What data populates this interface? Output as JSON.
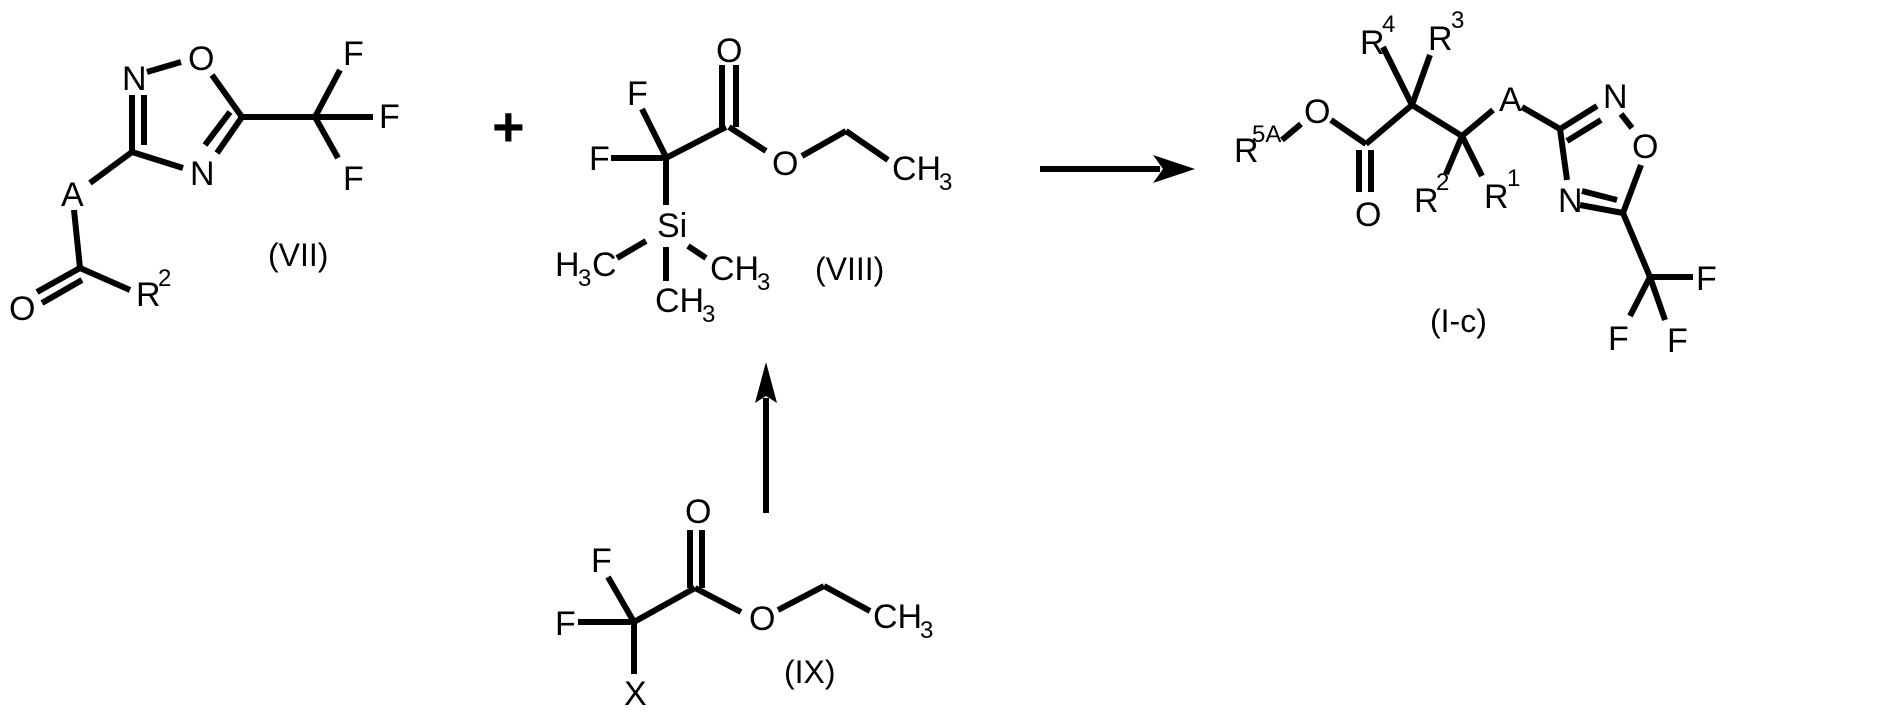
{
  "scheme": {
    "type": "reaction-scheme",
    "plus_sign": "+",
    "compounds": {
      "VII": {
        "label": "(VII)",
        "atoms": {
          "N1": "N",
          "O1": "O",
          "N2": "N",
          "F1": "F",
          "F2": "F",
          "F3": "F",
          "A": "A",
          "O2": "O",
          "R": "R",
          "R_sup": "2"
        }
      },
      "VIII": {
        "label": "(VIII)",
        "atoms": {
          "F1": "F",
          "F2": "F",
          "O_carbonyl": "O",
          "O_ester": "O",
          "CH": "CH",
          "CH_sub": "3",
          "Si": "Si",
          "H3C_H": "H",
          "H3C_sub": "3",
          "H3C_C": "C",
          "CH3a": "CH",
          "CH3a_sub": "3",
          "CH3b": "CH",
          "CH3b_sub": "3"
        }
      },
      "IX": {
        "label": "(IX)",
        "atoms": {
          "F1": "F",
          "F2": "F",
          "X": "X",
          "O_carbonyl": "O",
          "O_ester": "O",
          "CH": "CH",
          "CH_sub": "3"
        }
      },
      "I_c": {
        "label": "(I-c)",
        "atoms": {
          "R5A": "R",
          "R5A_sup": "5A",
          "O_ester": "O",
          "O_carbonyl": "O",
          "R4": "R",
          "R4_sup": "4",
          "R3": "R",
          "R3_sup": "3",
          "R2": "R",
          "R2_sup": "2",
          "R1": "R",
          "R1_sup": "1",
          "A": "A",
          "N1": "N",
          "O_ring": "O",
          "N2": "N",
          "F1": "F",
          "F2": "F",
          "F3": "F"
        }
      }
    },
    "arrows": [
      {
        "name": "main-reaction-arrow",
        "from": "VII + VIII",
        "to": "I-c",
        "direction": "right"
      },
      {
        "name": "preparation-arrow",
        "from": "IX",
        "to": "VIII",
        "direction": "up"
      }
    ]
  }
}
